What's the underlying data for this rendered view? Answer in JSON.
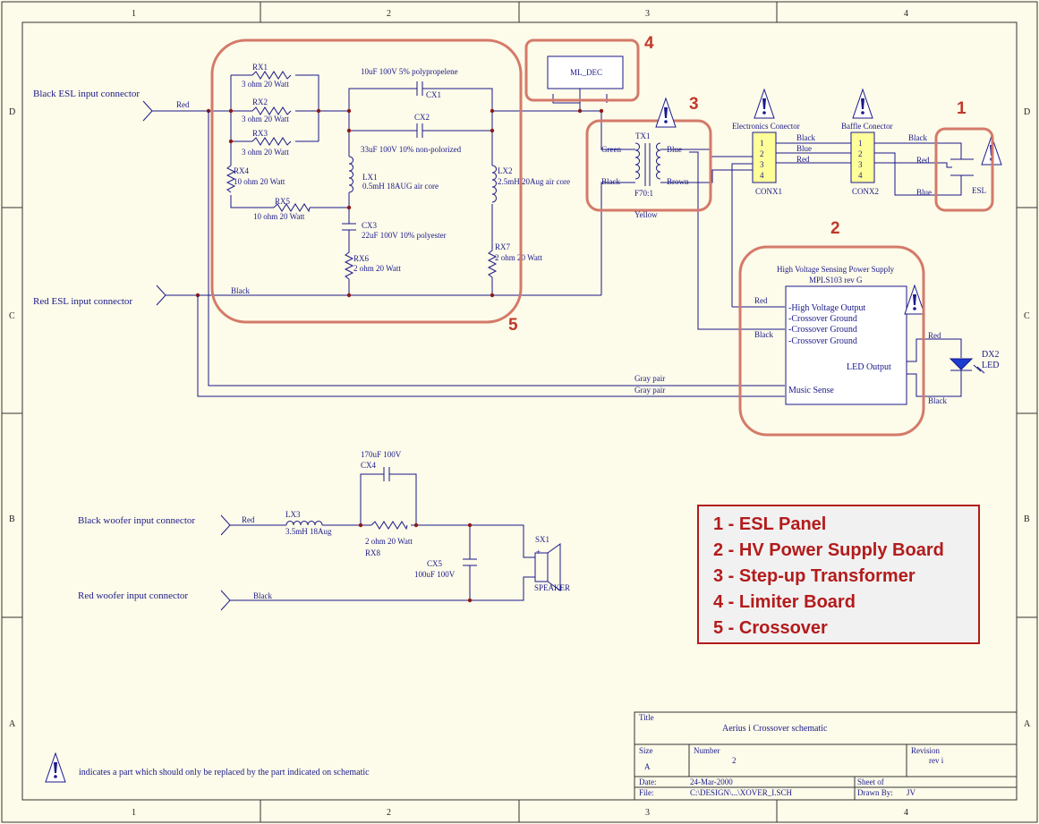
{
  "grid": {
    "columns": [
      "1",
      "2",
      "3",
      "4"
    ],
    "rows": [
      "D",
      "C",
      "B",
      "A"
    ]
  },
  "connectors": {
    "black_esl": "Black ESL input connector",
    "red_esl": "Red ESL input connector",
    "black_woofer": "Black woofer input connector",
    "red_woofer": "Red woofer input connector"
  },
  "wires": {
    "red_1": "Red",
    "black_1": "Black",
    "green": "Green",
    "black_tx": "Black",
    "blue_tx": "Blue",
    "brown": "Brown",
    "yellow": "Yellow",
    "conx_black": "Black",
    "conx_blue": "Blue",
    "conx_red": "Red",
    "esl_black": "Black",
    "esl_red": "Red",
    "esl_blue": "Blue",
    "hv_red": "Red",
    "hv_black": "Black",
    "gray_pair_1": "Gray pair",
    "gray_pair_2": "Gray pair",
    "led_red": "Red",
    "led_black": "Black",
    "woofer_red": "Red",
    "woofer_black": "Black"
  },
  "components": {
    "rx1": {
      "ref": "RX1",
      "value": "3 ohm 20 Watt"
    },
    "rx2": {
      "ref": "RX2",
      "value": "3 ohm 20 Watt"
    },
    "rx3": {
      "ref": "RX3",
      "value": "3 ohm 20 Watt"
    },
    "rx4": {
      "ref": "RX4",
      "value": "10 ohm 20 Watt"
    },
    "rx5": {
      "ref": "RX5",
      "value": "10 ohm 20 Watt"
    },
    "rx6": {
      "ref": "RX6",
      "value": "2 ohm 20 Watt"
    },
    "rx7": {
      "ref": "RX7",
      "value": "2 ohm 20 Watt"
    },
    "cx1": {
      "ref": "CX1",
      "value": "10uF 100V 5% polypropelene"
    },
    "cx2": {
      "ref": "CX2",
      "value": "33uF 100V 10% non-polorized"
    },
    "cx3": {
      "ref": "CX3",
      "value": "22uF 100V 10% polyester"
    },
    "lx1": {
      "ref": "LX1",
      "value": "0.5mH 18AUG air core"
    },
    "lx2": {
      "ref": "LX2",
      "value": "2.5mH 20Aug air core"
    },
    "ml_dec": "ML_DEC",
    "tx1": {
      "ref": "TX1",
      "value": "F70:1"
    },
    "conx1": {
      "title": "Electronics Conector",
      "ref": "CONX1"
    },
    "conx2": {
      "title": "Baffle Conector",
      "ref": "CONX2"
    },
    "conx_pins": [
      "1",
      "2",
      "3",
      "4"
    ],
    "esl": "ESL",
    "hv": {
      "title": "High Voltage Sensing Power Supply",
      "part": "MPLS103 rev G",
      "pins": [
        "-High Voltage Output",
        "-Crossover Ground",
        "-Crossover Ground",
        "-Crossover Ground"
      ],
      "led_out": "LED Output",
      "music_sense": "Music Sense"
    },
    "dx2": {
      "ref": "DX2",
      "value": "LED"
    },
    "lx3": {
      "ref": "LX3",
      "value": "3.5mH 18Aug"
    },
    "cx4": {
      "ref": "CX4",
      "value": "170uF 100V"
    },
    "rx8": {
      "ref": "RX8",
      "value": "2 ohm 20 Watt"
    },
    "cx5": {
      "ref": "CX5",
      "value": "100uF 100V"
    },
    "sx1": {
      "ref": "SX1",
      "value": "SPEAKER",
      "plus": "+"
    }
  },
  "callouts": [
    "1",
    "2",
    "3",
    "4",
    "5"
  ],
  "legend": [
    "1 - ESL Panel",
    "2 - HV Power Supply Board",
    "3 - Step-up Transformer",
    "4 - Limiter Board",
    "5 - Crossover"
  ],
  "warning_note": "indicates a part which should only be replaced by the part indicated on schematic",
  "title_block": {
    "title_label": "Title",
    "title": "Aerius i Crossover schematic",
    "size_label": "Size",
    "size": "A",
    "number_label": "Number",
    "number": "2",
    "revision_label": "Revision",
    "revision": "rev i",
    "date_label": "Date:",
    "date": "24-Mar-2000",
    "sheet_label": "Sheet    of",
    "file_label": "File:",
    "file": "C:\\DESIGN\\...\\XOVER_I.SCH",
    "drawn_label": "Drawn By:",
    "drawn_by": "JV"
  },
  "colors": {
    "wire": "#1a1a8a",
    "highlight": "#d47a6a",
    "legend_text": "#b31b1b",
    "connector_fill": "#ffff99"
  }
}
